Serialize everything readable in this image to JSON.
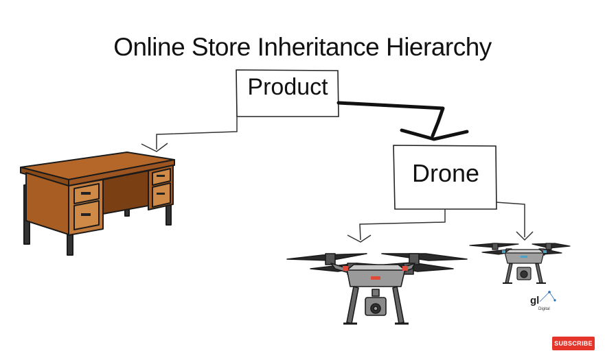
{
  "diagram": {
    "title": "Online Store Inheritance Hierarchy",
    "nodes": {
      "product": "Product",
      "drone": "Drone"
    }
  },
  "logo": {
    "main": "gl",
    "sub": "Digital"
  },
  "subscribe_label": "SUBSCRIBE",
  "icons": [
    "desk-icon",
    "quadcopter-large-icon",
    "quadcopter-small-icon"
  ]
}
